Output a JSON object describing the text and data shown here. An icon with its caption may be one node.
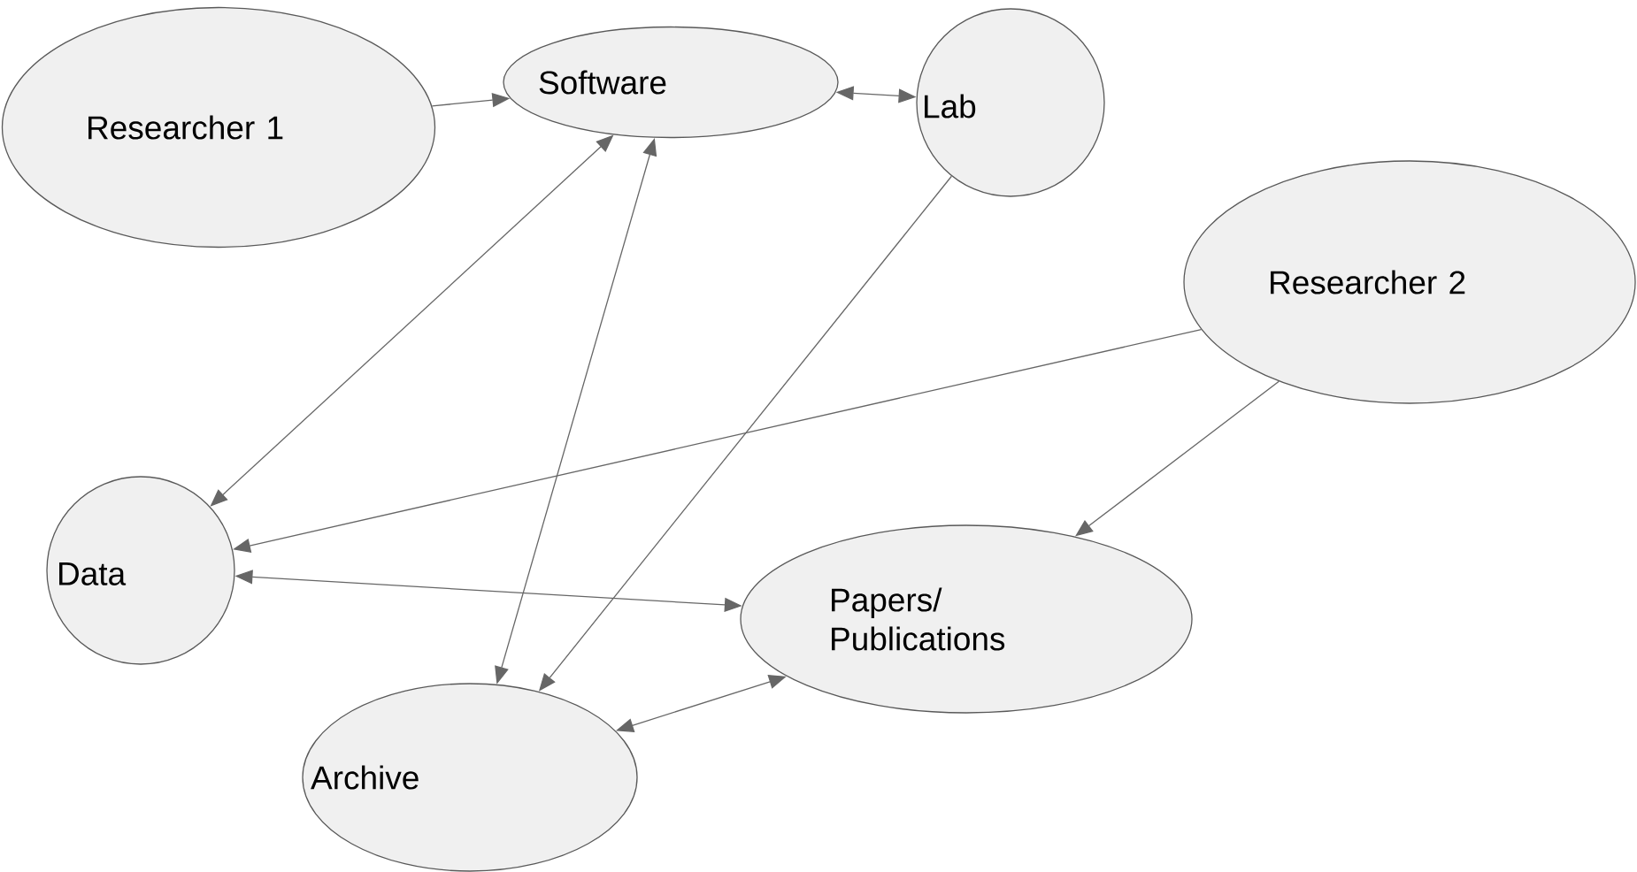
{
  "diagram": {
    "nodes": [
      {
        "text": [
          "Researcher 1"
        ]
      },
      {
        "text": [
          "Software"
        ]
      },
      {
        "text": [
          "Lab"
        ]
      },
      {
        "text": [
          "Researcher 2"
        ]
      },
      {
        "text": [
          "Data"
        ]
      },
      {
        "text": [
          "Papers/ Publications"
        ]
      },
      {
        "text": [
          "Archive"
        ]
      }
    ],
    "edges": [
      {
        "from": 0,
        "to": 1,
        "arrow": "to"
      },
      {
        "from": 1,
        "to": 2,
        "arrow": "both"
      },
      {
        "from": 1,
        "to": 4,
        "arrow": "both"
      },
      {
        "from": 1,
        "to": 6,
        "arrow": "both"
      },
      {
        "from": 2,
        "to": 6,
        "arrow": "to"
      },
      {
        "from": 3,
        "to": 4,
        "arrow": "to"
      },
      {
        "from": 3,
        "to": 5,
        "arrow": "to"
      },
      {
        "from": 4,
        "to": 5,
        "arrow": "both"
      },
      {
        "from": 6,
        "to": 5,
        "arrow": "both"
      }
    ]
  }
}
